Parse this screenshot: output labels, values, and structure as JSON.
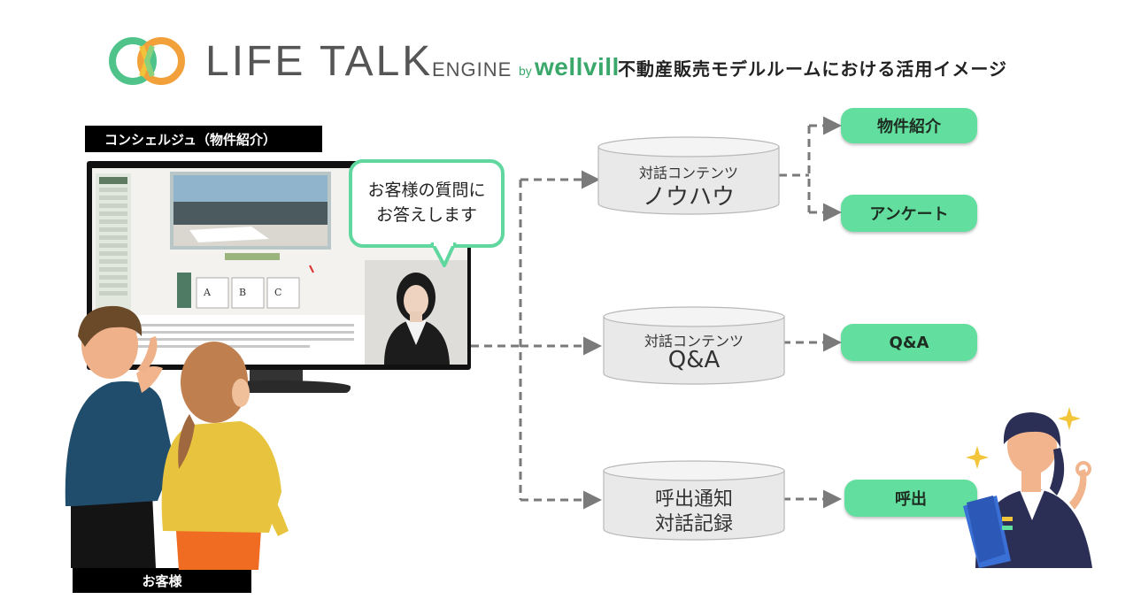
{
  "header": {
    "brand": "LIFE TALK",
    "engine": "ENGINE",
    "by": "by",
    "wellvill": "wellvill",
    "subtitle": "不動産販売モデルルームにおける活用イメージ"
  },
  "labels": {
    "concierge": "コンシェルジュ（物件紹介）",
    "customer": "お客様"
  },
  "bubble": {
    "line1": "お客様の質問に",
    "line2": "お答えします"
  },
  "tv_screen": {
    "types": [
      "A",
      "B",
      "C"
    ]
  },
  "databases": {
    "knowhow": {
      "line1": "対話コンテンツ",
      "line2": "ノウハウ"
    },
    "qa": {
      "line1": "対話コンテンツ",
      "line2": "Q&A"
    },
    "call": {
      "line1": "呼出通知",
      "line2": "対話記録"
    }
  },
  "outputs": {
    "property": "物件紹介",
    "survey": "アンケート",
    "qa": "Q&A",
    "call": "呼出"
  },
  "colors": {
    "green": "#62df9f",
    "bubble_border": "#5fd79e",
    "arrow": "#7a7a7a",
    "cylinder": "#e9e9e9"
  }
}
